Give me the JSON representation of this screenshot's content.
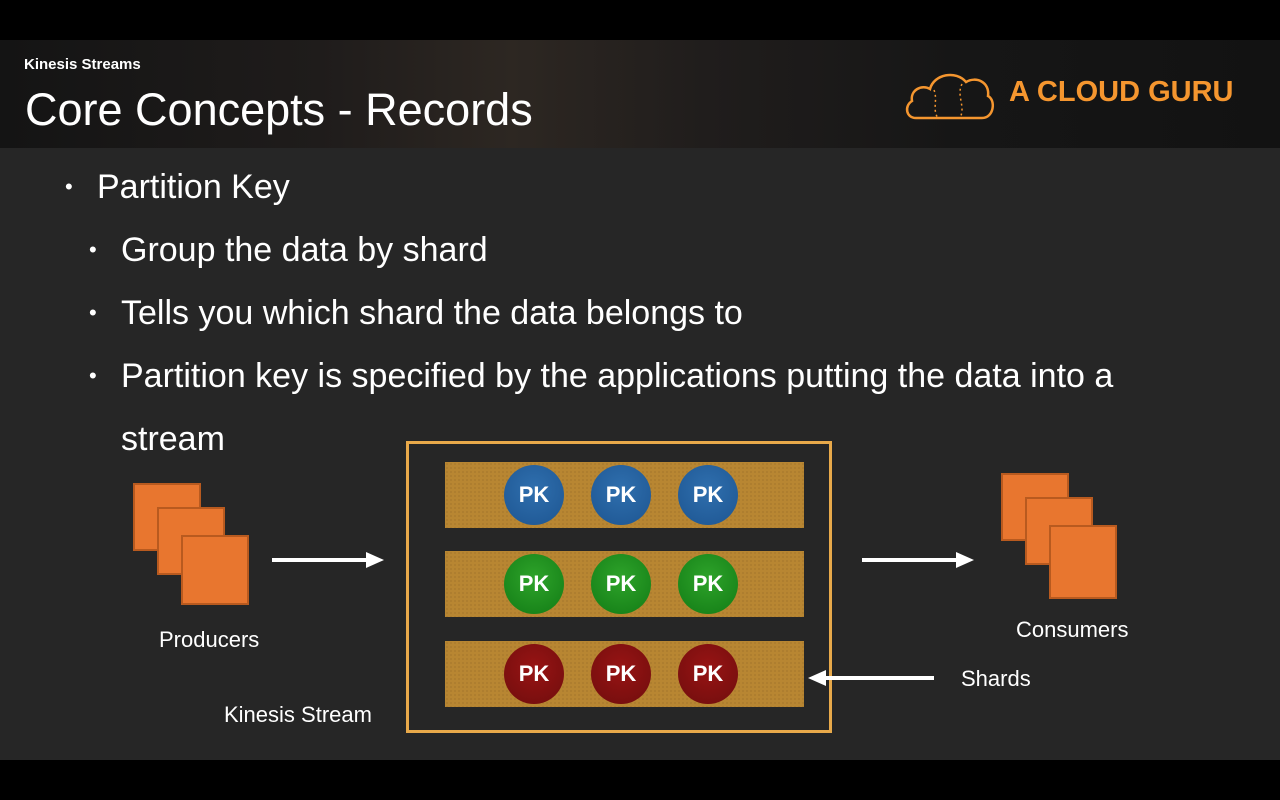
{
  "header": {
    "subtitle": "Kinesis Streams",
    "title": "Core Concepts - Records",
    "logo_text": "A CLOUD GURU"
  },
  "bullets": [
    {
      "text": "Partition Key",
      "level": 1
    },
    {
      "text": "Group the data by shard",
      "level": 2
    },
    {
      "text": "Tells you which shard the data belongs to",
      "level": 2
    },
    {
      "text": "Partition key is specified by the applications putting the data into a",
      "level": 2
    },
    {
      "text": "stream",
      "level": 2,
      "continuation": true
    }
  ],
  "diagram": {
    "producers_label": "Producers",
    "consumers_label": "Consumers",
    "stream_label": "Kinesis Stream",
    "shards_label": "Shards",
    "pk_label": "PK",
    "shard_colors": [
      "#1d5591",
      "#127b15",
      "#6f0d0d"
    ],
    "accent_color": "#e8a94a",
    "icon_color": "#e8762f"
  }
}
